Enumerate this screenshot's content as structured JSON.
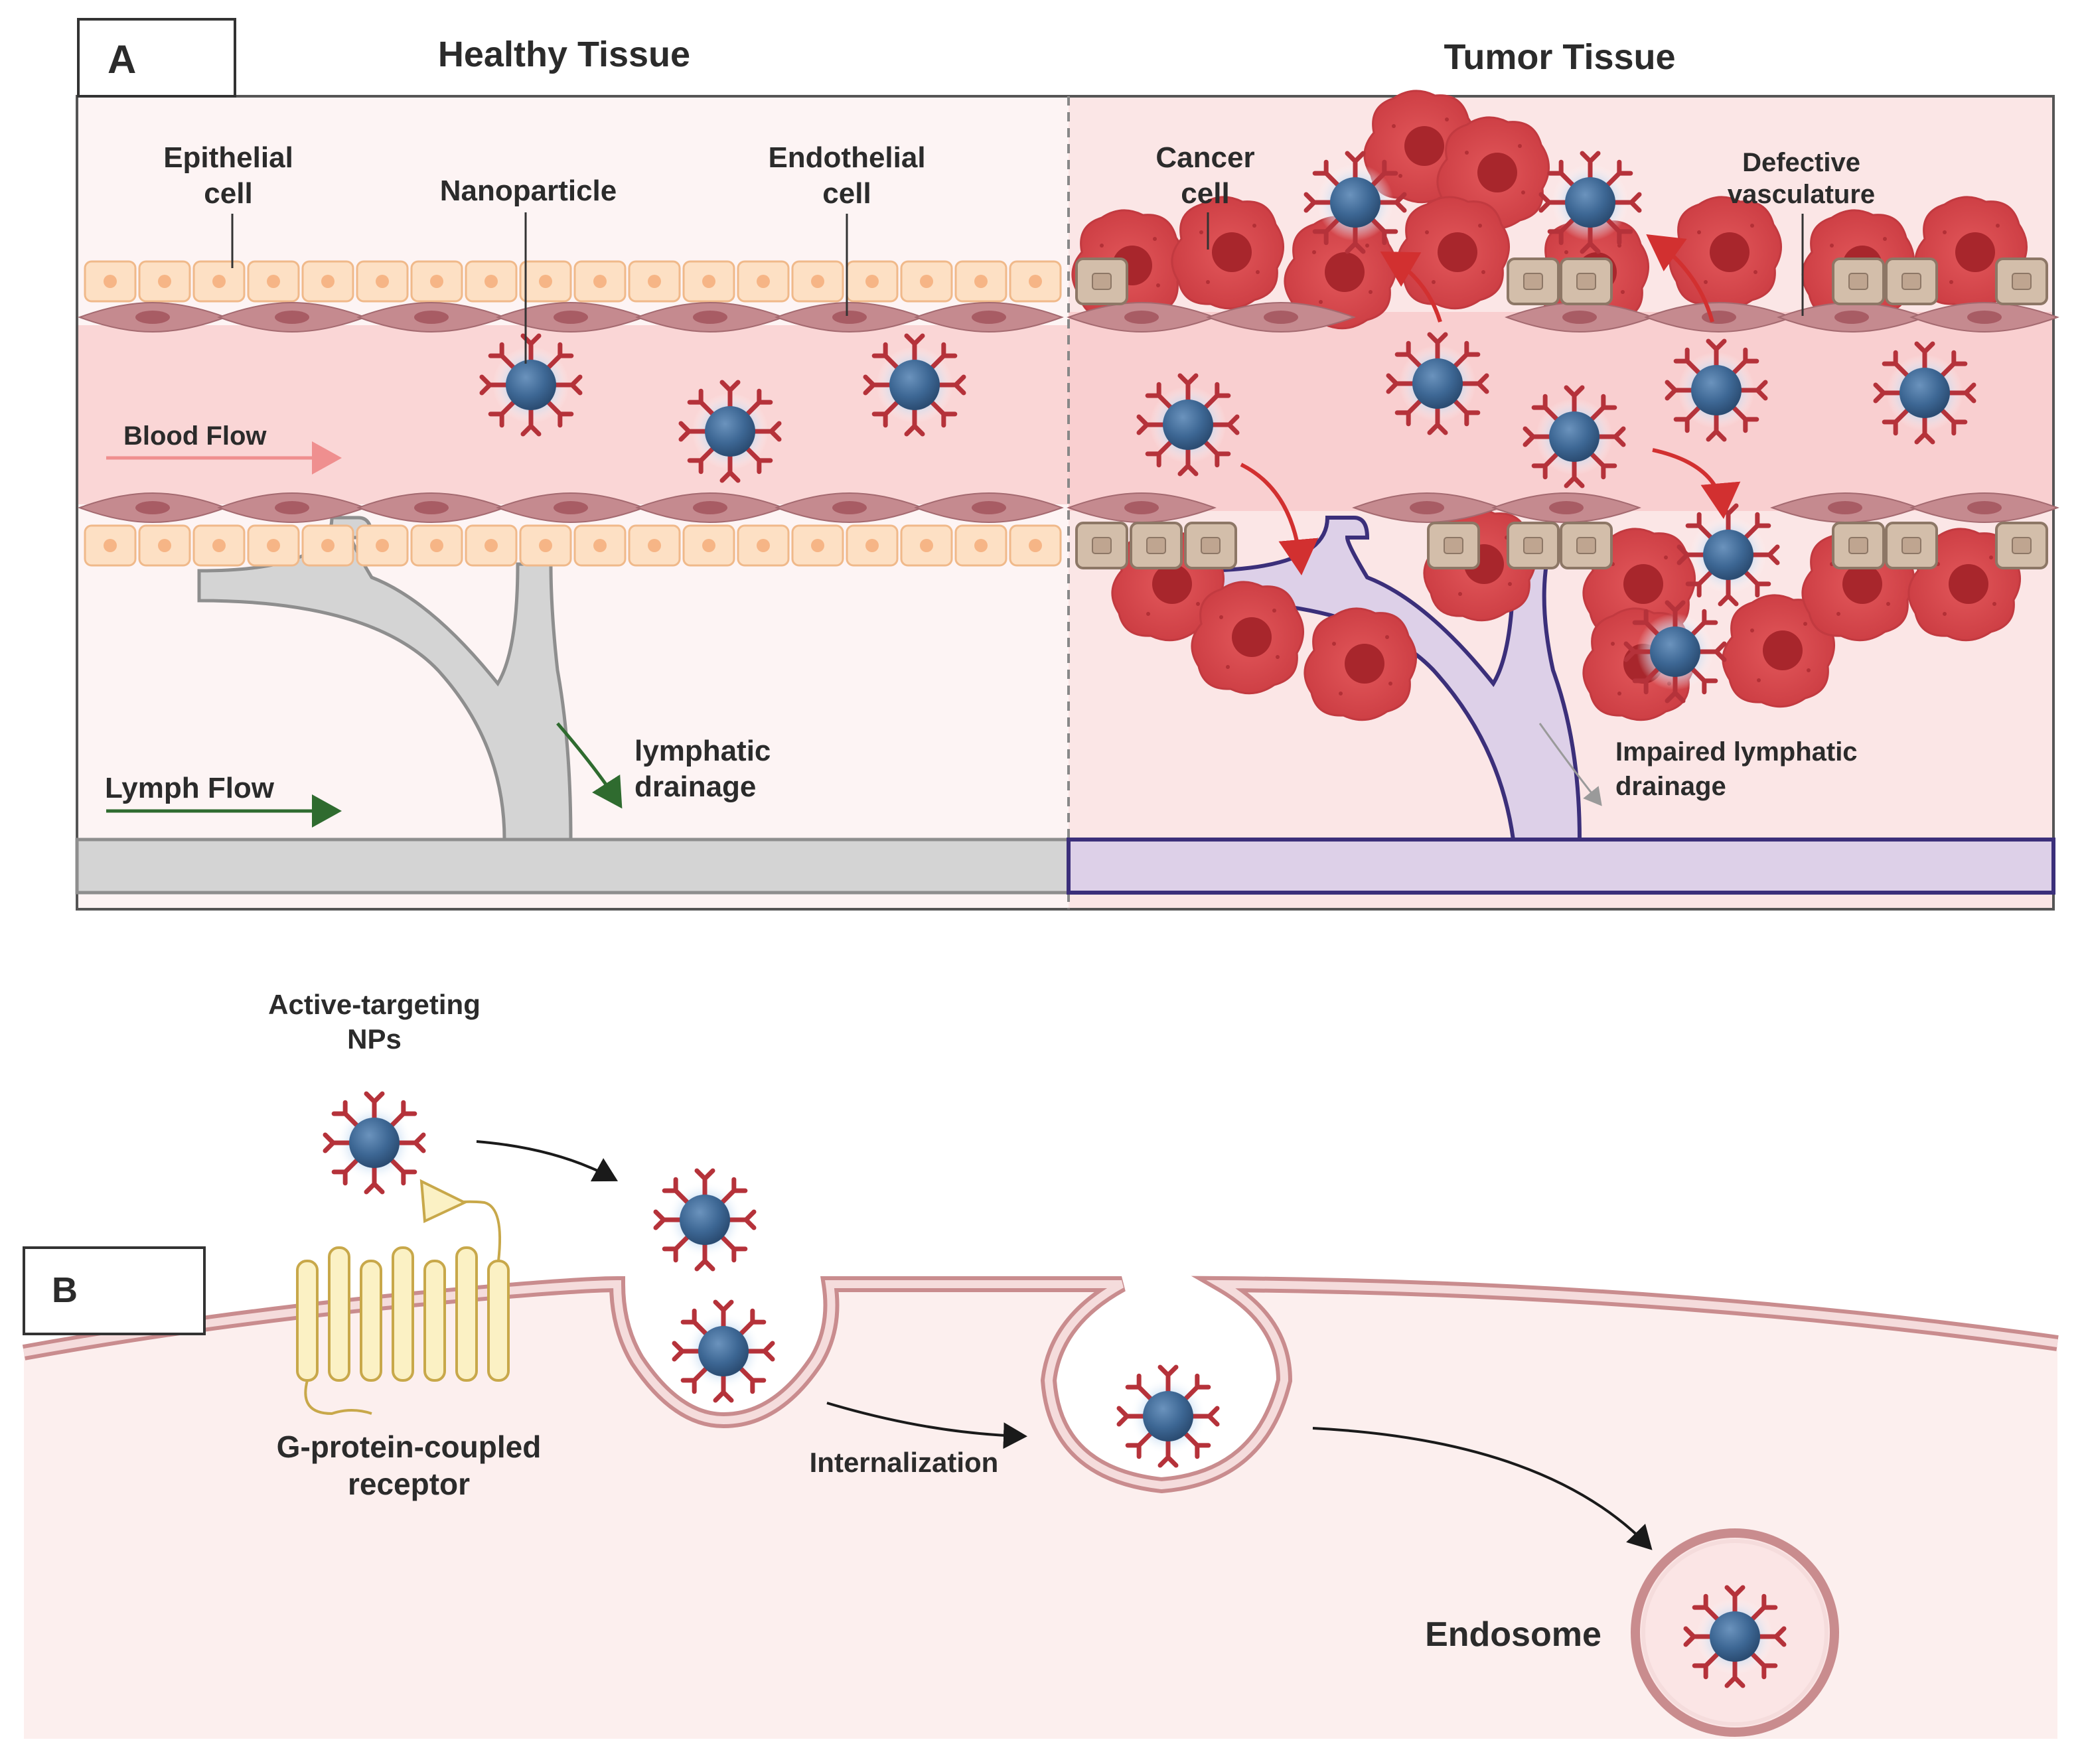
{
  "panelA": {
    "tag": "A",
    "healthy": {
      "title": "Healthy Tissue",
      "epithelial": [
        "Epithelial",
        "cell"
      ],
      "nanoparticle": "Nanoparticle",
      "endothelial": [
        "Endothelial",
        "cell"
      ],
      "blood_flow": "Blood Flow",
      "lymph_flow": "Lymph Flow",
      "drainage": [
        "lymphatic",
        "drainage"
      ]
    },
    "tumor": {
      "title": "Tumor Tissue",
      "cancer": [
        "Cancer",
        "cell"
      ],
      "defective": [
        "Defective",
        "vasculature"
      ],
      "impaired": [
        "Impaired lymphatic",
        "drainage"
      ]
    }
  },
  "panelB": {
    "tag": "B",
    "active_np": [
      "Active-targeting",
      "NPs"
    ],
    "gpcr": [
      "G-protein-coupled",
      "receptor"
    ],
    "internalization": "Internalization",
    "endosome": "Endosome"
  },
  "colors": {
    "healthy_title": "#e8862a",
    "tumor_title": "#d23a3a",
    "blood_flow": "#ef8f8f",
    "lymph_flow": "#2f6b2f",
    "nanoparticle": "#3d6794",
    "ligand": "#b5323a",
    "cancer_cell": "#d9484c",
    "membrane": "#d79a9a"
  }
}
